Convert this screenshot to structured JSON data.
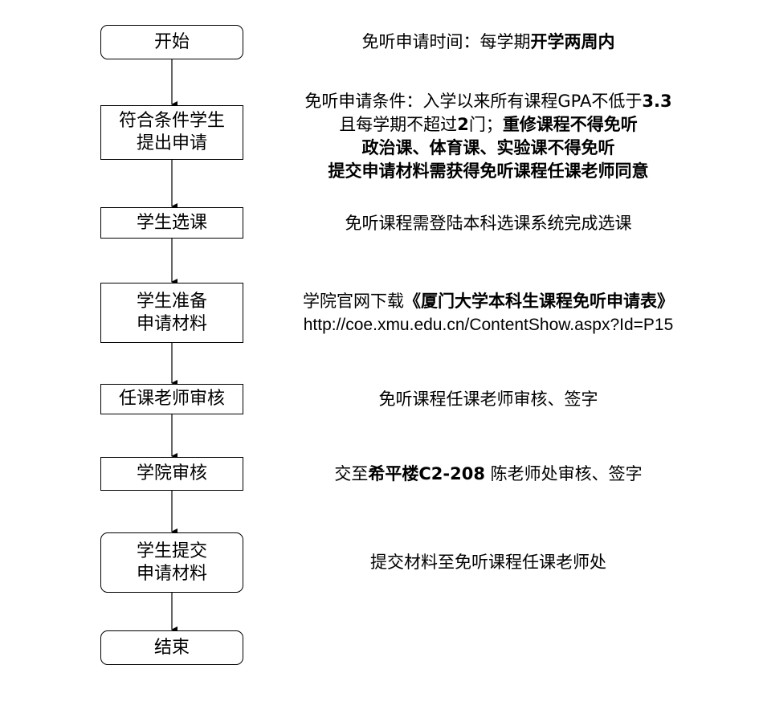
{
  "nodes": {
    "start": {
      "lines": [
        "开始"
      ]
    },
    "apply": {
      "lines": [
        "符合条件学生",
        "提出申请"
      ]
    },
    "select": {
      "lines": [
        "学生选课"
      ]
    },
    "prepare": {
      "lines": [
        "学生准备",
        "申请材料"
      ]
    },
    "teacher_review": {
      "lines": [
        "任课老师审核"
      ]
    },
    "college_review": {
      "lines": [
        "学院审核"
      ]
    },
    "submit": {
      "lines": [
        "学生提交",
        "申请材料"
      ]
    },
    "end": {
      "lines": [
        "结束"
      ]
    }
  },
  "notes": {
    "time": {
      "prefix": "免听申请时间：每学期",
      "bold": "开学两周内"
    },
    "conditions": {
      "line1_prefix": "免听申请条件：入学以来所有课程GPA不低于",
      "line1_bold": "3.3",
      "line2_a": "且每学期不超过",
      "line2_bold_num": "2",
      "line2_b": "门；",
      "line2_bold": "重修课程不得免听",
      "line3_bold": "政治课、体育课、实验课不得免听",
      "line4_bold": "提交申请材料需获得免听课程任课老师同意"
    },
    "select": {
      "text": "免听课程需登陆本科选课系统完成选课"
    },
    "download": {
      "prefix": "学院官网下载",
      "bold": "《厦门大学本科生课程免听申请表》",
      "url": "http://coe.xmu.edu.cn/ContentShow.aspx?Id=P15"
    },
    "teacher": {
      "text": "免听课程任课老师审核、签字"
    },
    "college": {
      "prefix": "交至",
      "bold": "希平楼C2-208",
      "suffix": " 陈老师处审核、签字"
    },
    "submit": {
      "text": "提交材料至免听课程任课老师处"
    }
  }
}
